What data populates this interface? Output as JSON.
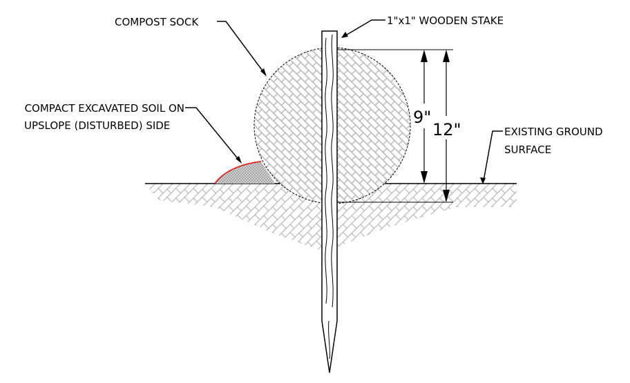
{
  "labels": {
    "compost_sock": "COMPOST SOCK",
    "wooden_stake": "1\"x1\" WOODEN STAKE",
    "compact_soil_line1": "COMPACT EXCAVATED SOIL ON",
    "compact_soil_line2": "UPSLOPE (DISTURBED) SIDE",
    "ground_line1": "EXISTING GROUND",
    "ground_line2": "SURFACE"
  },
  "dimensions": {
    "inner": "9\"",
    "outer": "12\""
  },
  "colors": {
    "line": "#000000",
    "hatch": "#b5b5b5",
    "soil_fill": "#c8c8c8",
    "soil_edge": "#e02020"
  }
}
